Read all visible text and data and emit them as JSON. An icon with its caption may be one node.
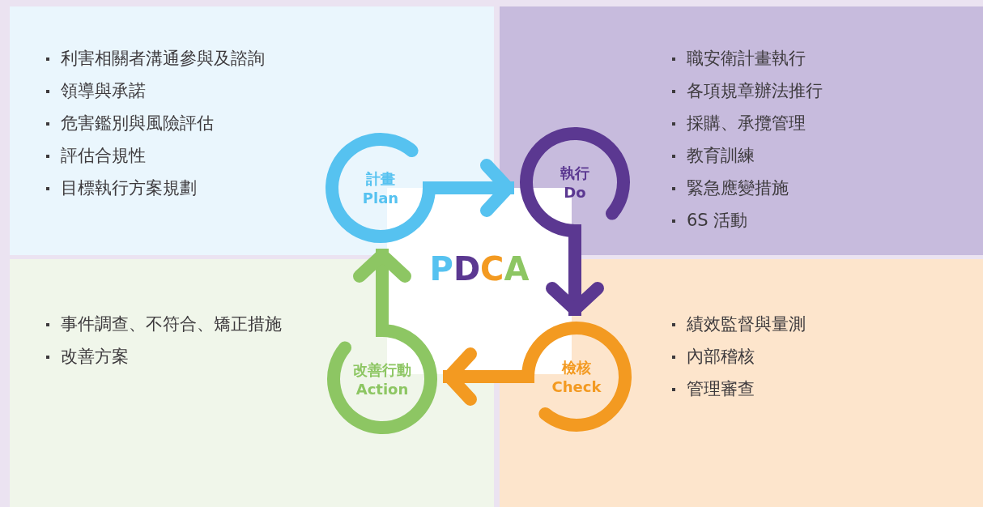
{
  "diagram": {
    "nodes": [
      {
        "text": [
          "利害相關者溝通參與及諮詢",
          "領導與承諾",
          "危害鑑別與風險評估",
          "評估合規性",
          "目標執行方案規劃"
        ]
      },
      {
        "text": [
          "計畫",
          "Plan"
        ],
        "in": 0
      },
      {
        "text": [
          "職安衛計畫執行",
          "各項規章辦法推行",
          "採購、承攬管理",
          "教育訓練",
          "緊急應變措施",
          "6S 活動"
        ]
      },
      {
        "text": [
          "執行",
          "Do"
        ],
        "in": 2
      },
      {
        "text": [
          "事件調查、不符合、矯正措施",
          "改善方案"
        ]
      },
      {
        "text": [
          "改善行動",
          "Action"
        ],
        "in": 4
      },
      {
        "text": [
          "績效監督與量測",
          "內部稽核",
          "管理審查"
        ]
      },
      {
        "text": [
          "檢核",
          "Check"
        ],
        "in": 6
      },
      {
        "text": [
          "PDCA"
        ]
      }
    ],
    "edges": [
      {
        "from": 1,
        "to": 3,
        "arrow": "to",
        "color": "#56c2f0"
      },
      {
        "from": 3,
        "to": 7,
        "arrow": "to",
        "color": "#5b3891"
      },
      {
        "from": 7,
        "to": 5,
        "arrow": "to",
        "color": "#f39a21"
      },
      {
        "from": 5,
        "to": 1,
        "arrow": "to",
        "color": "#8dc663"
      }
    ]
  }
}
